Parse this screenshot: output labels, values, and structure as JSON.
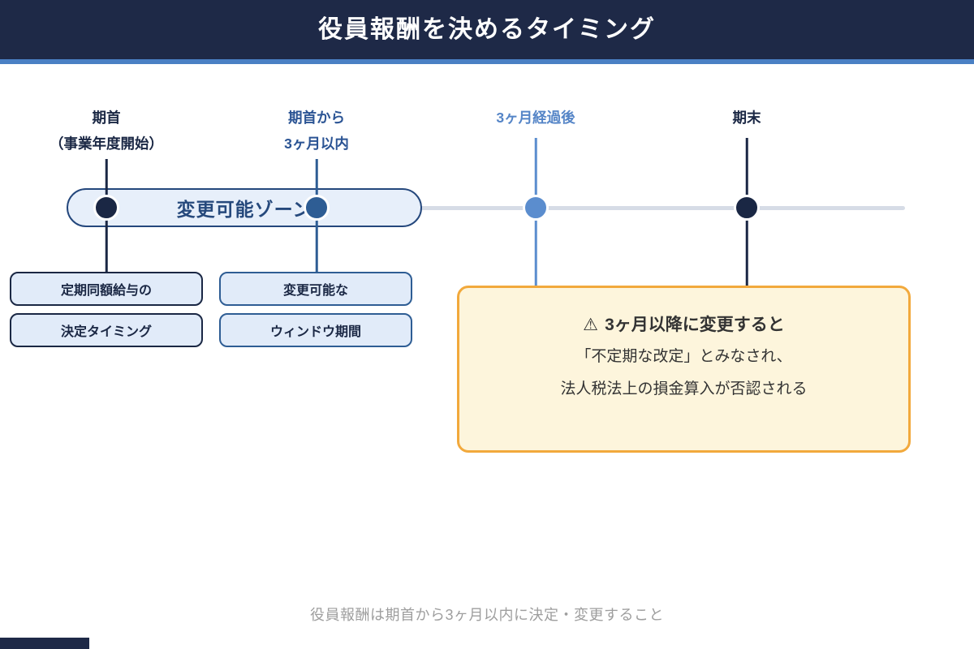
{
  "header": {
    "title": "役員報酬を決めるタイミング"
  },
  "timeline": {
    "zone_label": "変更可能ゾーン",
    "milestones": [
      {
        "id": "period-start",
        "label_lines": [
          "期首",
          "（事業年度開始）"
        ]
      },
      {
        "id": "within-3-months",
        "label_lines": [
          "期首から",
          "3ヶ月以内"
        ]
      },
      {
        "id": "after-3-months",
        "label_lines": [
          "3ヶ月経過後"
        ]
      },
      {
        "id": "period-end",
        "label_lines": [
          "期末"
        ]
      }
    ]
  },
  "callouts": {
    "left": [
      "定期同額給与の",
      "決定タイミング"
    ],
    "right": [
      "変更可能な",
      "ウィンドウ期間"
    ]
  },
  "warning": {
    "icon": "⚠",
    "title": "3ヶ月以降に変更すると",
    "lines": [
      "「不定期な改定」とみなされ、",
      "法人税法上の損金算入が否認される"
    ]
  },
  "footer": {
    "note": "役員報酬は期首から3ヶ月以内に決定・変更すること"
  },
  "colors": {
    "header_navy": "#1e2947",
    "header_accent_blue": "#4a80c4",
    "dark_node": "#1a2744",
    "medium_blue": "#2e5d94",
    "light_blue": "#5b8dce",
    "pill_fill": "#e7effa",
    "pill_border": "#24477c",
    "callout_fill": "#e1ebf9",
    "track_gray": "#d6dce6",
    "warning_fill": "#fdf5dc",
    "warning_border": "#f2a93c",
    "warning_text": "#333333",
    "footer_gray": "#9e9e9e"
  }
}
